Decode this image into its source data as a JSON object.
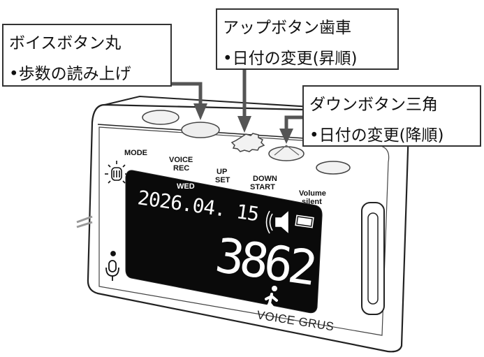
{
  "callouts": {
    "voice": {
      "title": "ボイスボタン丸",
      "desc": "•歩数の読み上げ"
    },
    "up": {
      "title": "アップボタン歯車",
      "desc": "•日付の変更(昇順)"
    },
    "down": {
      "title": "ダウンボタン三角",
      "desc": "•日付の変更(降順)"
    }
  },
  "device": {
    "button_labels": {
      "mode": "MODE",
      "voice_l1": "VOICE",
      "voice_l2": "REC",
      "up_l1": "UP",
      "up_l2": "SET",
      "down_l1": "DOWN",
      "down_l2": "START",
      "volume_l1": "Volume",
      "volume_l2": "silent"
    },
    "display": {
      "weekday": "WED",
      "date": "2026.04. 15",
      "steps": "3862"
    },
    "brand": "VOICE GRUS"
  },
  "colors": {
    "display_bg": "#0a0a0a",
    "segment": "#ffffff",
    "arrow": "#555555",
    "outline": "#222222"
  },
  "icons": [
    "sun-icon",
    "microphone-icon",
    "speaker-sound-icon",
    "battery-icon",
    "walking-person-icon",
    "gear-button-icon"
  ]
}
